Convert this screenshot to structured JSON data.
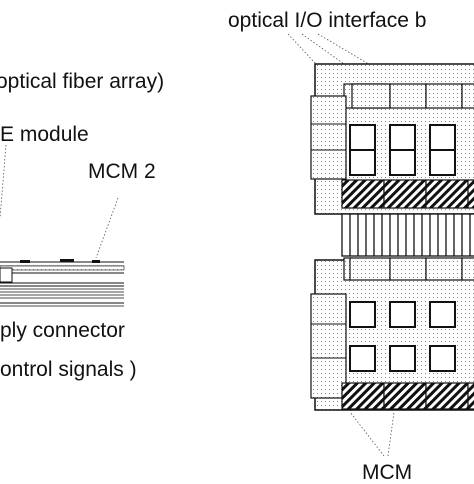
{
  "labels": {
    "optical_io": "optical I/O interface b",
    "fiber_array": "optical fiber array)",
    "e_module": "E module",
    "mcm2": "MCM 2",
    "connector": "ply connector",
    "control_signals": "ontrol signals )",
    "mcm": "MCM"
  },
  "colors": {
    "ink": "#111111",
    "stipple": "#777777",
    "background": "#ffffff"
  }
}
